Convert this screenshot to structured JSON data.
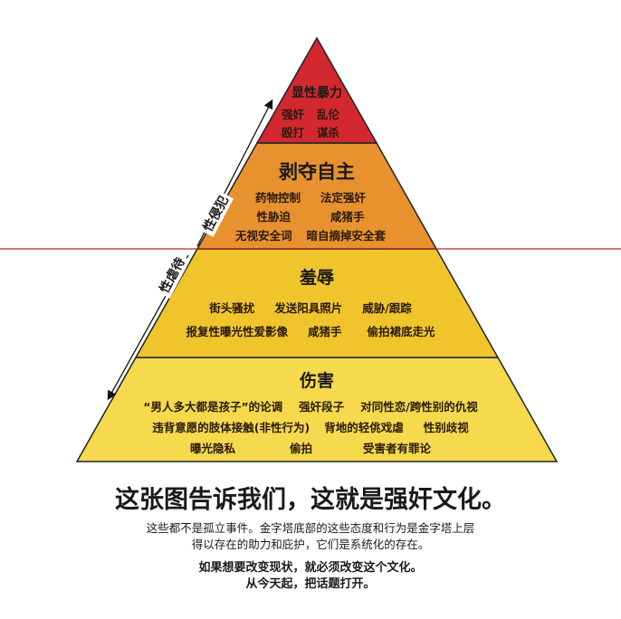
{
  "colors": {
    "tier1": "#d3282f",
    "tier2": "#e8912f",
    "tier3": "#efc52b",
    "tier4": "#f6d94c",
    "divider": "#b22a2a"
  },
  "side_labels": {
    "upper": "性侵犯",
    "lower": "性虐待"
  },
  "tiers": [
    {
      "title": "显性暴力",
      "rows": [
        [
          "强奸",
          "乱伦"
        ],
        [
          "殴打",
          "谋杀"
        ]
      ]
    },
    {
      "title": "剥夺自主",
      "rows": [
        [
          "药物控制",
          "法定强奸"
        ],
        [
          "性胁迫",
          "咸猪手"
        ],
        [
          "无视安全词",
          "暗自摘掉安全套"
        ]
      ]
    },
    {
      "title": "羞辱",
      "rows": [
        [
          "街头骚扰",
          "发送阳具照片",
          "威胁/跟踪"
        ],
        [
          "报复性曝光性爱影像",
          "咸猪手",
          "偷拍裙底走光"
        ]
      ]
    },
    {
      "title": "伤害",
      "rows": [
        [
          "“男人多大都是孩子”的论调",
          "强奸段子",
          "对同性恋/跨性别的仇视"
        ],
        [
          "违背意愿的肢体接触(非性行为)",
          "背地的轻佻戏虐",
          "性别歧视"
        ],
        [
          "曝光隐私",
          "偷拍",
          "受害者有罪论"
        ]
      ]
    }
  ],
  "footer": {
    "headline": "这张图告诉我们，这就是强奸文化。",
    "para1_line1": "这些都不是孤立事件。金字塔底部的这些态度和行为是金字塔上层",
    "para1_line2": "得以存在的助力和庇护，它们是系统化的存在。",
    "para2_line1": "如果想要改变现状，就必须改变这个文化。",
    "para2_line2": "从今天起，把话题打开。"
  }
}
